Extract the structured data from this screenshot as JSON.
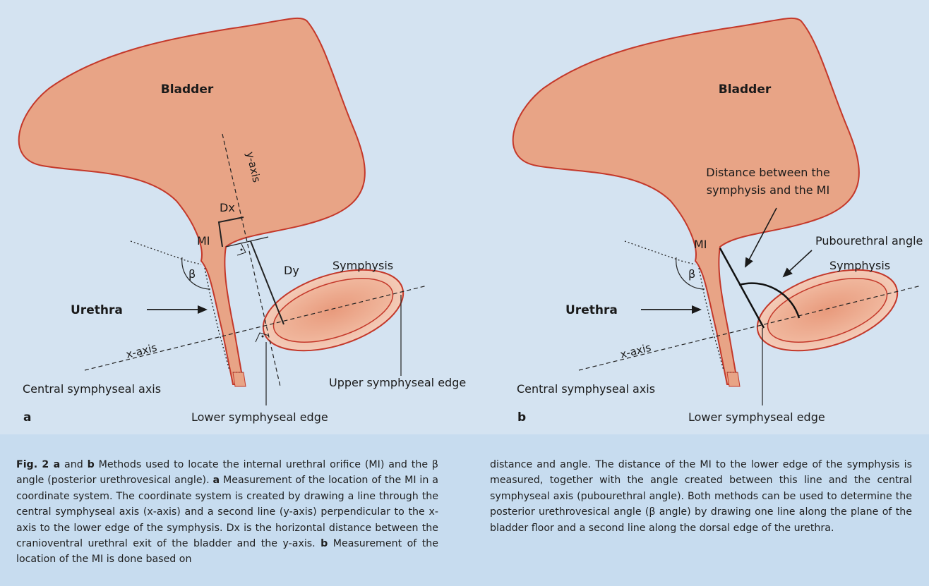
{
  "panel_a": {
    "bladder": "Bladder",
    "y_axis": "y-axis",
    "dx": "Dx",
    "mi": "MI",
    "beta": "β",
    "dy": "Dy",
    "symphysis": "Symphysis",
    "urethra": "Urethra",
    "x_axis": "x-axis",
    "central_axis": "Central symphyseal axis",
    "upper_edge": "Upper symphyseal edge",
    "lower_edge": "Lower symphyseal edge",
    "letter": "a"
  },
  "panel_b": {
    "bladder": "Bladder",
    "distance_line1": "Distance between the",
    "distance_line2": "symphysis and the MI",
    "pubourethral": "Pubourethral angle",
    "symphysis": "Symphysis",
    "mi": "MI",
    "beta": "β",
    "urethra": "Urethra",
    "x_axis": "x-axis",
    "central_axis": "Central symphyseal axis",
    "lower_edge": "Lower symphyseal edge",
    "letter": "b"
  },
  "caption": {
    "fig_label": "Fig. 2 a",
    "and": " and ",
    "b": "b",
    "left_t1": "   Methods used to locate the internal urethral orifice (MI) and the β angle (posterior urethrovesical angle). ",
    "a_label": "a",
    "left_t2": " Measurement of the location of the MI in a coordinate system. The coordinate system is created by drawing a line through the central symphyseal axis (x-axis) and a second line (y-axis) perpendicular to the x-axis to the lower edge of the symphysis. Dx is the horizontal distance between the cranioventral urethral exit of the bladder and the y-axis. ",
    "b_label": "b",
    "left_t3": " Measurement of the location of the MI is done based on",
    "right_text": "distance and angle. The distance of the MI to the lower edge of the symphysis is measured, together with the angle created between this line and the central symphyseal axis (pubourethral angle). Both methods can be used to determine the posterior urethrovesical angle (β angle) by drawing one line along the plane of the bladder floor and a second line along the dorsal edge of the urethra."
  }
}
